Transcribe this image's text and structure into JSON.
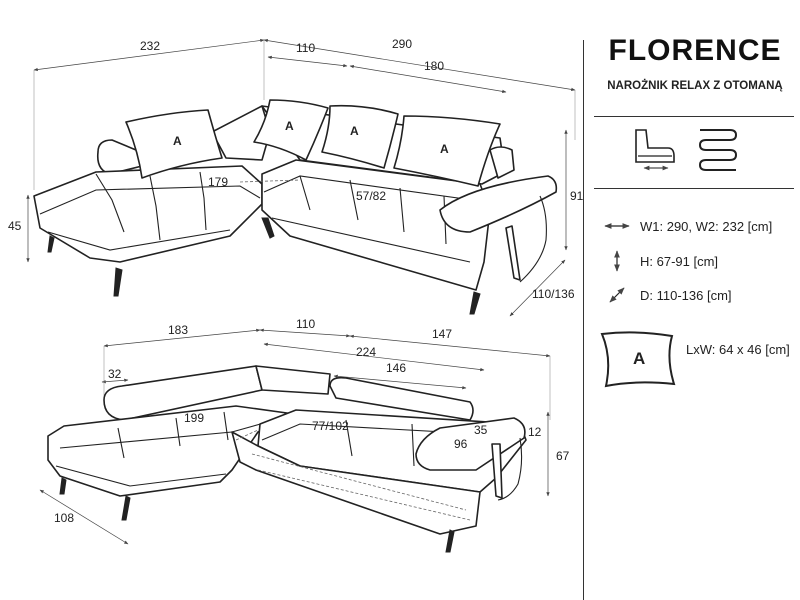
{
  "product": {
    "name": "FLORENCE",
    "subtitle": "NAROŻNIK RELAX Z OTOMANĄ"
  },
  "specs": [
    {
      "icon": "width-arrows-icon",
      "text": "W1: 290, W2: 232 [cm]"
    },
    {
      "icon": "height-arrows-icon",
      "text": "H: 67-91 [cm]"
    },
    {
      "icon": "depth-arrows-icon",
      "text": "D: 110-136 [cm]"
    }
  ],
  "pillow": {
    "letter": "A",
    "text": "LxW: 64 x 46 [cm]"
  },
  "top_view": {
    "dims": {
      "w_left": "232",
      "w_right": "290",
      "w_seat": "110",
      "w_chaise": "180",
      "height": "91",
      "seat_height": "45",
      "depth": "110/136",
      "chaise_len": "179",
      "seat_depth": "57/82"
    },
    "pillow_letter": "A"
  },
  "bottom_view": {
    "dims": {
      "w_left": "183",
      "w_mid": "110",
      "w_right": "147",
      "w_total": "224",
      "w_back": "146",
      "arm": "32",
      "chaise_len": "199",
      "seat_depth": "77/102",
      "arm_w": "35",
      "arm_d": "96",
      "arm_h": "12",
      "height": "67",
      "depth": "108"
    }
  }
}
